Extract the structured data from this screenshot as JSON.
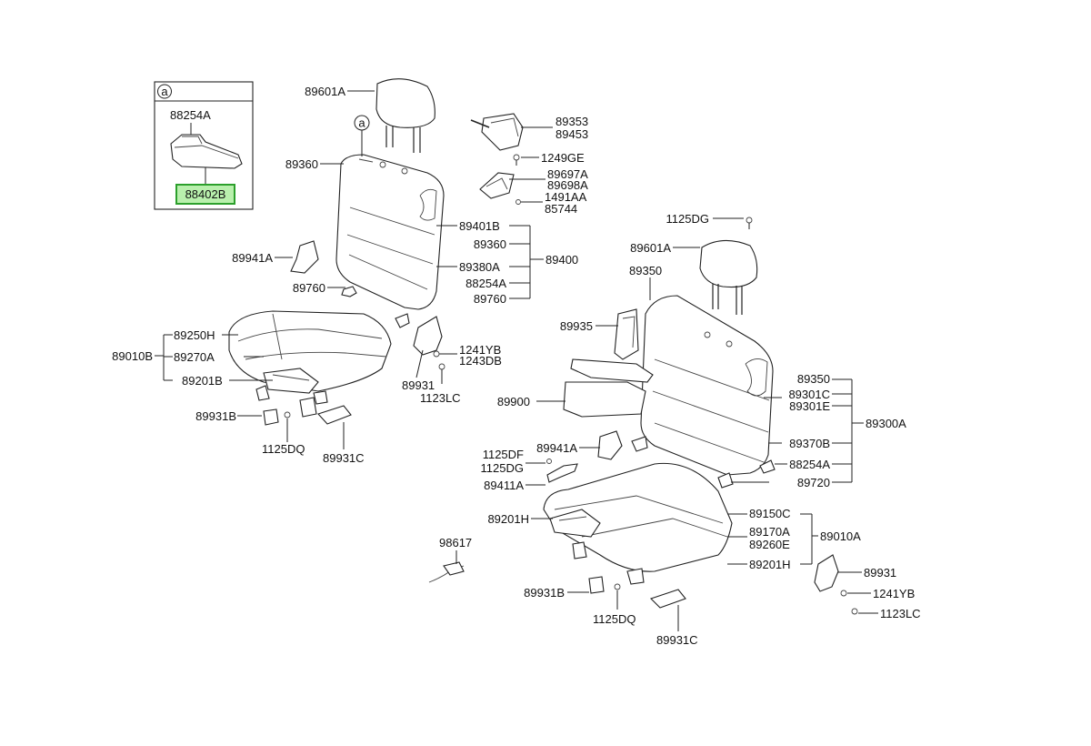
{
  "inset": {
    "circle_label": "a",
    "top_part": "88254A",
    "highlighted_part": "88402B"
  },
  "callout_a": "a",
  "parts": {
    "p89601A_1": "89601A",
    "p89360_1": "89360",
    "p89941A_1": "89941A",
    "p89760_1": "89760",
    "p89353": "89353",
    "p89453": "89453",
    "p1249GE": "1249GE",
    "p89697A": "89697A",
    "p89698A": "89698A",
    "p1491AA": "1491AA",
    "p85744": "85744",
    "p89401B": "89401B",
    "p89360_2": "89360",
    "p89380A": "89380A",
    "p88254A_1": "88254A",
    "p89760_2": "89760",
    "p89400": "89400",
    "p89250H": "89250H",
    "p89270A": "89270A",
    "p89201B": "89201B",
    "p89010B": "89010B",
    "p1241YB_1": "1241YB",
    "p1243DB": "1243DB",
    "p89931_1": "89931",
    "p1123LC_1": "1123LC",
    "p89931B_1": "89931B",
    "p1125DQ_1": "1125DQ",
    "p89931C_1": "89931C",
    "p1125DG_top": "1125DG",
    "p89601A_2": "89601A",
    "p89350_1": "89350",
    "p89935": "89935",
    "p89900": "89900",
    "p89350_2": "89350",
    "p89301C": "89301C",
    "p89301E": "89301E",
    "p89300A": "89300A",
    "p89370B": "89370B",
    "p88254A_2": "88254A",
    "p89720": "89720",
    "p89941A_2": "89941A",
    "p1125DF": "1125DF",
    "p1125DG_2": "1125DG",
    "p89411A": "89411A",
    "p89201H_1": "89201H",
    "p89150C": "89150C",
    "p89170A": "89170A",
    "p89260E": "89260E",
    "p89201H_2": "89201H",
    "p89010A": "89010A",
    "p98617": "98617",
    "p89931_2": "89931",
    "p1241YB_2": "1241YB",
    "p1123LC_2": "1123LC",
    "p89931B_2": "89931B",
    "p1125DQ_2": "1125DQ",
    "p89931C_2": "89931C"
  }
}
